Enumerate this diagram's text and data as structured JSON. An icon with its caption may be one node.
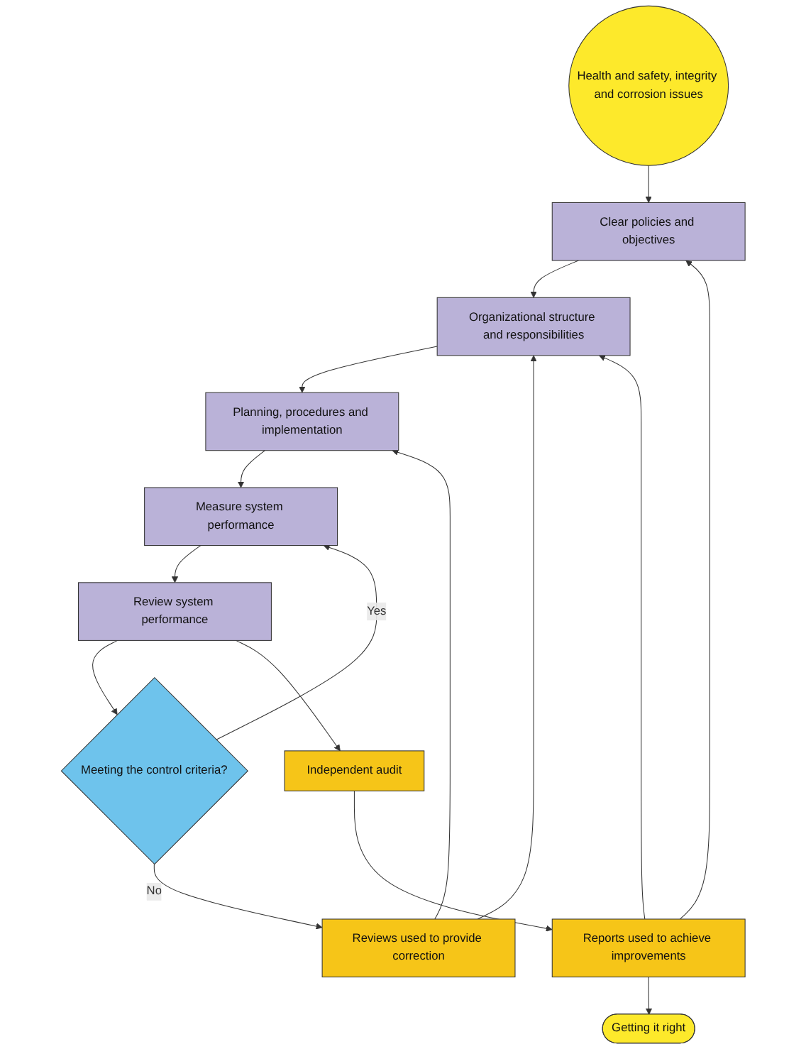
{
  "diagram": {
    "nodes": [
      {
        "text": [
          "Health and safety, integrity and corrosion issues"
        ]
      },
      {
        "text": [
          "Getting it right"
        ]
      },
      {
        "text": [
          "Clear policies and objectives"
        ]
      },
      {
        "text": [
          "Organizational structure and responsibilities"
        ]
      },
      {
        "text": [
          "Reports used to achieve improvements"
        ]
      },
      {
        "text": [
          "Planning, procedures and implementation"
        ]
      },
      {
        "text": [
          "Reviews used to provide correction"
        ]
      },
      {
        "text": [
          "Measure system performance"
        ]
      },
      {
        "text": [
          "Review system performance"
        ]
      },
      {
        "text": [
          "Meeting the control criteria?"
        ]
      },
      {
        "text": [
          "Independent audit"
        ]
      }
    ],
    "edges": [
      {
        "from": 0,
        "to": 2,
        "arrow": "to"
      },
      {
        "from": 2,
        "to": 3,
        "arrow": "to"
      },
      {
        "from": 3,
        "to": 5,
        "arrow": "to"
      },
      {
        "from": 5,
        "to": 7,
        "arrow": "to"
      },
      {
        "from": 7,
        "to": 8,
        "arrow": "to"
      },
      {
        "from": 8,
        "to": 9,
        "arrow": "to"
      },
      {
        "from": 9,
        "to": 7,
        "arrow": "to",
        "label": "Yes"
      },
      {
        "from": 9,
        "to": 6,
        "arrow": "to",
        "label": "No"
      },
      {
        "from": 6,
        "to": 5,
        "arrow": "to"
      },
      {
        "from": 6,
        "to": 3,
        "arrow": "to"
      },
      {
        "from": 8,
        "to": 10,
        "arrow": "to"
      },
      {
        "from": 10,
        "to": 4,
        "arrow": "to"
      },
      {
        "from": 4,
        "to": 1,
        "arrow": "to"
      },
      {
        "from": 4,
        "to": 2,
        "arrow": "to"
      },
      {
        "from": 4,
        "to": 3,
        "arrow": "to"
      }
    ]
  }
}
